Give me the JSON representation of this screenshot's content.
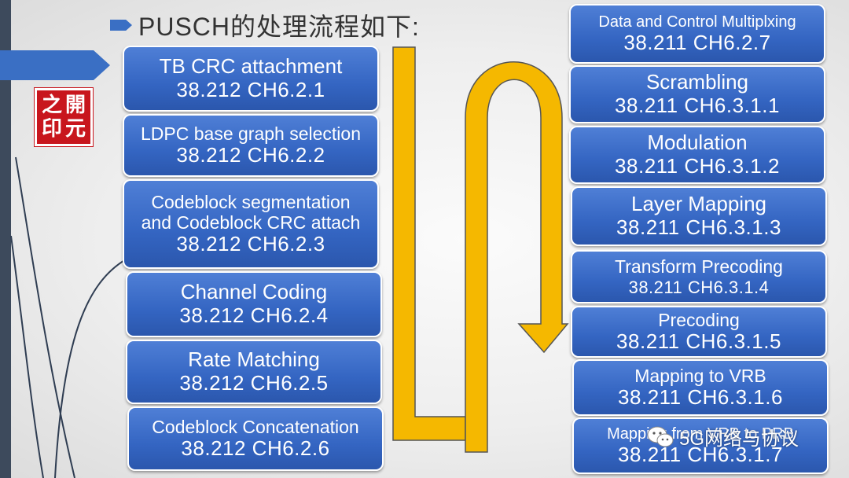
{
  "title": "PUSCH的处理流程如下:",
  "stamp_chars": [
    "之",
    "開",
    "印",
    "元"
  ],
  "left_steps": [
    {
      "name": "TB CRC attachment",
      "ref": "38.212  CH6.2.1"
    },
    {
      "name": "LDPC base graph selection",
      "ref": "38.212  CH6.2.2"
    },
    {
      "name_line1": "Codeblock segmentation",
      "name_line2": "and Codeblock CRC attach",
      "ref": "38.212  CH6.2.3"
    },
    {
      "name": "Channel Coding",
      "ref": "38.212  CH6.2.4"
    },
    {
      "name": "Rate Matching",
      "ref": "38.212  CH6.2.5"
    },
    {
      "name": "Codeblock Concatenation",
      "ref": "38.212  CH6.2.6"
    }
  ],
  "right_steps": [
    {
      "name": "Data and Control Multiplxing",
      "ref": "38.211  CH6.2.7"
    },
    {
      "name": "Scrambling",
      "ref": "38.211  CH6.3.1.1"
    },
    {
      "name": "Modulation",
      "ref": "38.211  CH6.3.1.2"
    },
    {
      "name": "Layer Mapping",
      "ref": "38.211  CH6.3.1.3"
    },
    {
      "name": "Transform Precoding",
      "ref": "38.211  CH6.3.1.4"
    },
    {
      "name": "Precoding",
      "ref": "38.211  CH6.3.1.5"
    },
    {
      "name": "Mapping to VRB",
      "ref": "38.211  CH6.3.1.6"
    },
    {
      "name": "Mapping from VRB to PRB",
      "ref": "38.211  CH6.3.1.7"
    }
  ],
  "watermark": "5G网络与协议",
  "colors": {
    "box_fill": "#3a6fc4",
    "arrow": "#f5b800",
    "accent_bar": "#3d4a5c",
    "stamp": "#c8161d"
  }
}
